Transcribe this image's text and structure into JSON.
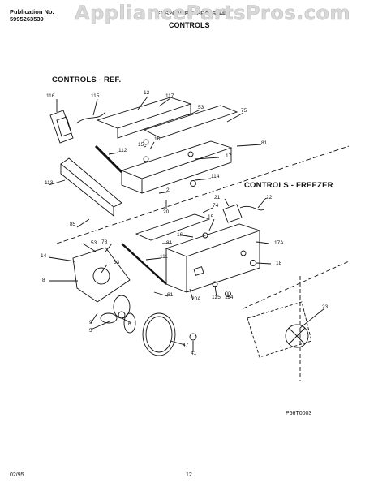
{
  "header": {
    "publication_label": "Publication No.",
    "publication_number": "5995263539",
    "model_text": "FRS26W4B & FRS26W4B",
    "page_title": "CONTROLS",
    "watermark": "AppliancePartsPros.com"
  },
  "sections": {
    "ref_title": "CONTROLS - REF.",
    "freezer_title": "CONTROLS - FREEZER"
  },
  "callouts": [
    "116",
    "115",
    "12",
    "117",
    "53",
    "75",
    "16",
    "15",
    "112",
    "81",
    "17",
    "113",
    "114",
    "2",
    "74",
    "20",
    "21",
    "22",
    "15",
    "85",
    "16",
    "53",
    "78",
    "81",
    "17A",
    "14",
    "111",
    "33",
    "18",
    "8",
    "61",
    "20A",
    "125",
    "114",
    "23",
    "9",
    "5",
    "6",
    "47",
    "41"
  ],
  "footer": {
    "figure_code": "P56T0003",
    "date": "02/95",
    "page_number": "12"
  },
  "colors": {
    "ink": "#111111",
    "watermark": "#d8d8d8"
  }
}
